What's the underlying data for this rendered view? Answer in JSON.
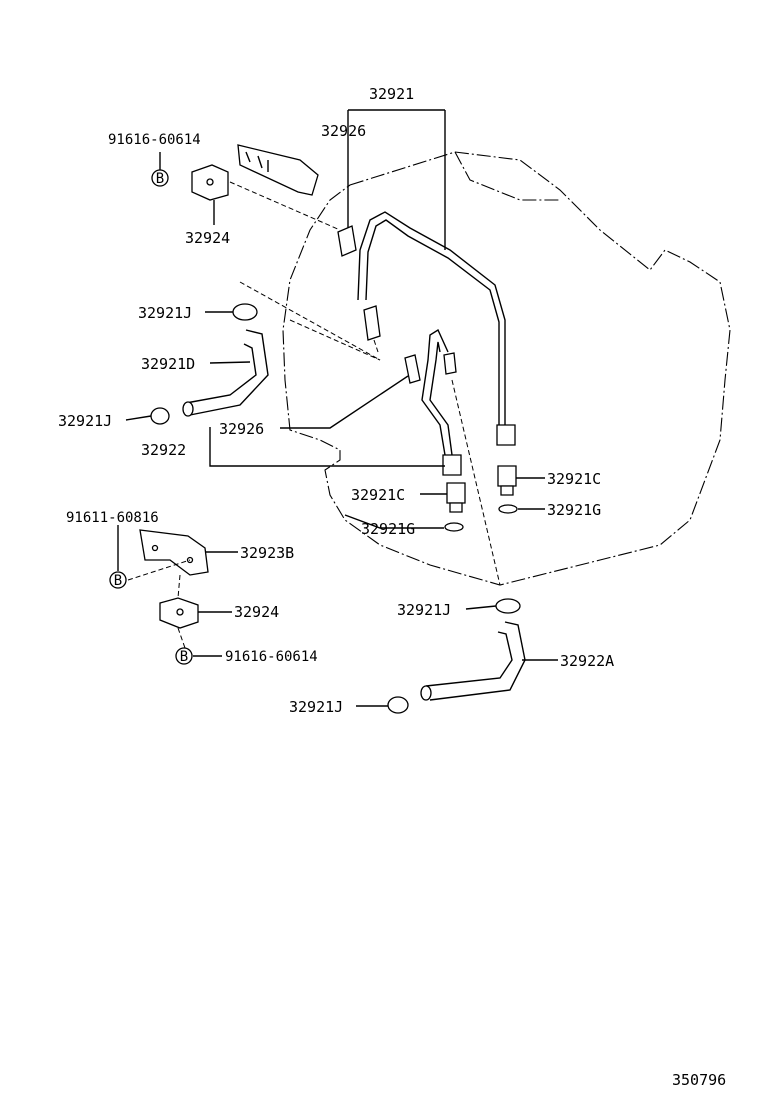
{
  "labels": {
    "p32921": "32921",
    "p32926_top": "32926",
    "p91616_top": "91616-60614",
    "b_top": "B",
    "p32924_top": "32924",
    "p32921J_1": "32921J",
    "p32921D": "32921D",
    "p32921J_2": "32921J",
    "p32926_mid": "32926",
    "p32922": "32922",
    "p32921C_left": "32921C",
    "p32921G_left": "32921G",
    "p32921C_right": "32921C",
    "p32921G_right": "32921G",
    "p91611": "91611-60816",
    "p32923B": "32923B",
    "b_mid": "B",
    "p32924_low": "32924",
    "b_low": "B",
    "p91616_low": "91616-60614",
    "p32921J_3": "32921J",
    "p32922A": "32922A",
    "p32921J_4": "32921J"
  },
  "diagram_number": "350796"
}
